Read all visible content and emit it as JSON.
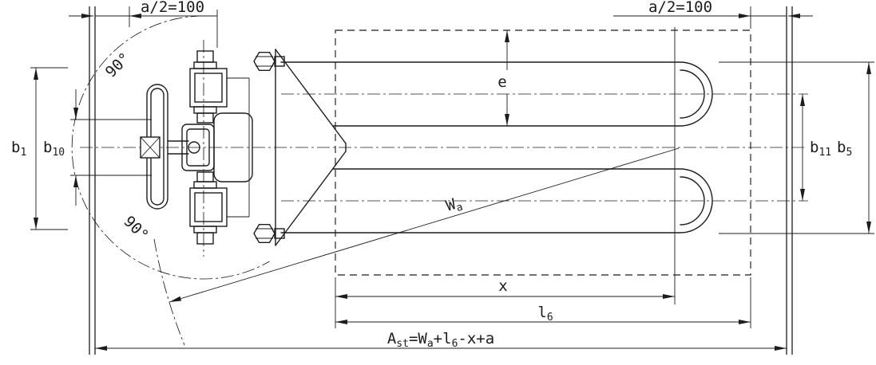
{
  "colors": {
    "line": "#1c1c1c",
    "background": "#ffffff"
  },
  "dimensions": {
    "a2_left": "a/2=100",
    "a2_right": "a/2=100",
    "b1": {
      "base": "b",
      "sub": "1"
    },
    "b10": {
      "base": "b",
      "sub": "10"
    },
    "b11": {
      "base": "b",
      "sub": "11"
    },
    "b5": {
      "base": "b",
      "sub": "5"
    },
    "e": "e",
    "x": "x",
    "l6": {
      "base": "l",
      "sub": "6"
    },
    "wa": {
      "base": "W",
      "sub": "a"
    },
    "angle_top": "90°",
    "angle_bottom": "90°",
    "ast_formula": [
      {
        "t": "A"
      },
      {
        "t": "st"
      },
      {
        "t": "=W"
      },
      {
        "t": "a"
      },
      {
        "t": "+l"
      },
      {
        "t": "6"
      },
      {
        "t": "-x+a"
      }
    ]
  }
}
